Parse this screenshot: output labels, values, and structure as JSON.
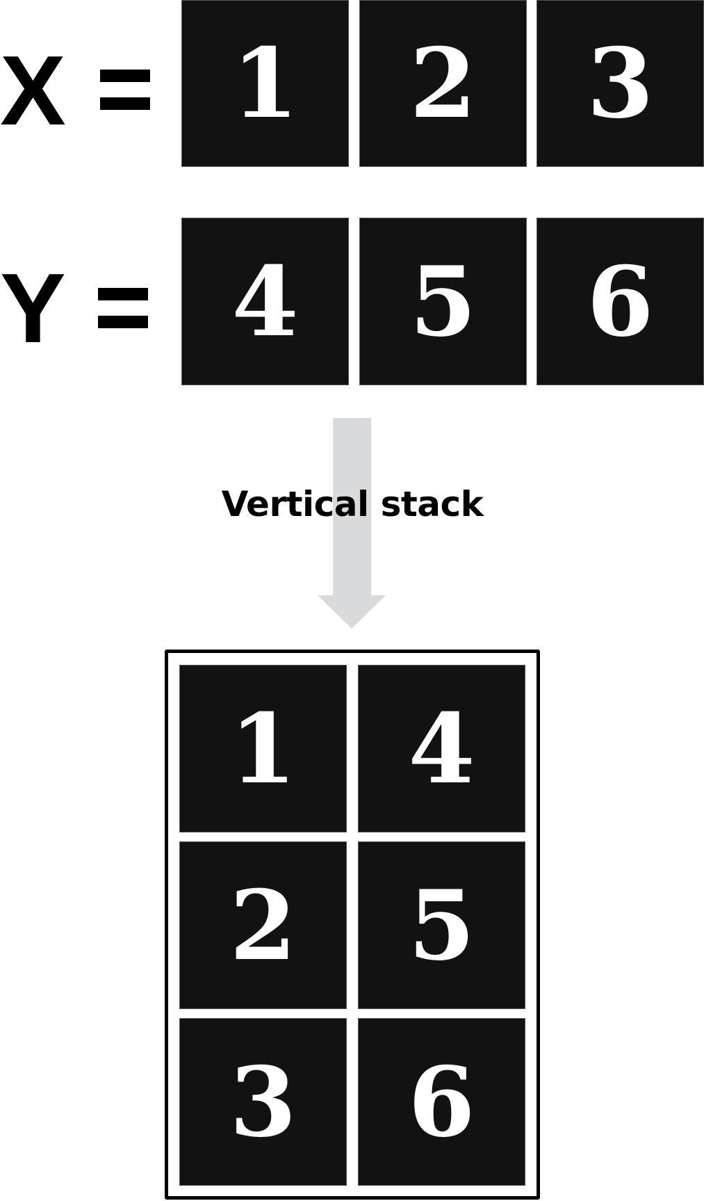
{
  "inputs": {
    "x": {
      "name": "X",
      "equals": "=",
      "values": [
        "1",
        "2",
        "3"
      ]
    },
    "y": {
      "name": "Y",
      "equals": "=",
      "values": [
        "4",
        "5",
        "6"
      ]
    }
  },
  "operation": {
    "label": "Vertical stack",
    "arrow": "down-arrow-icon"
  },
  "result": {
    "rows": [
      [
        "1",
        "4"
      ],
      [
        "2",
        "5"
      ],
      [
        "3",
        "6"
      ]
    ]
  },
  "colors": {
    "cell_bg": "#121212",
    "cell_text": "#ffffff",
    "arrow": "#d9dadb",
    "frame": "#000000"
  }
}
